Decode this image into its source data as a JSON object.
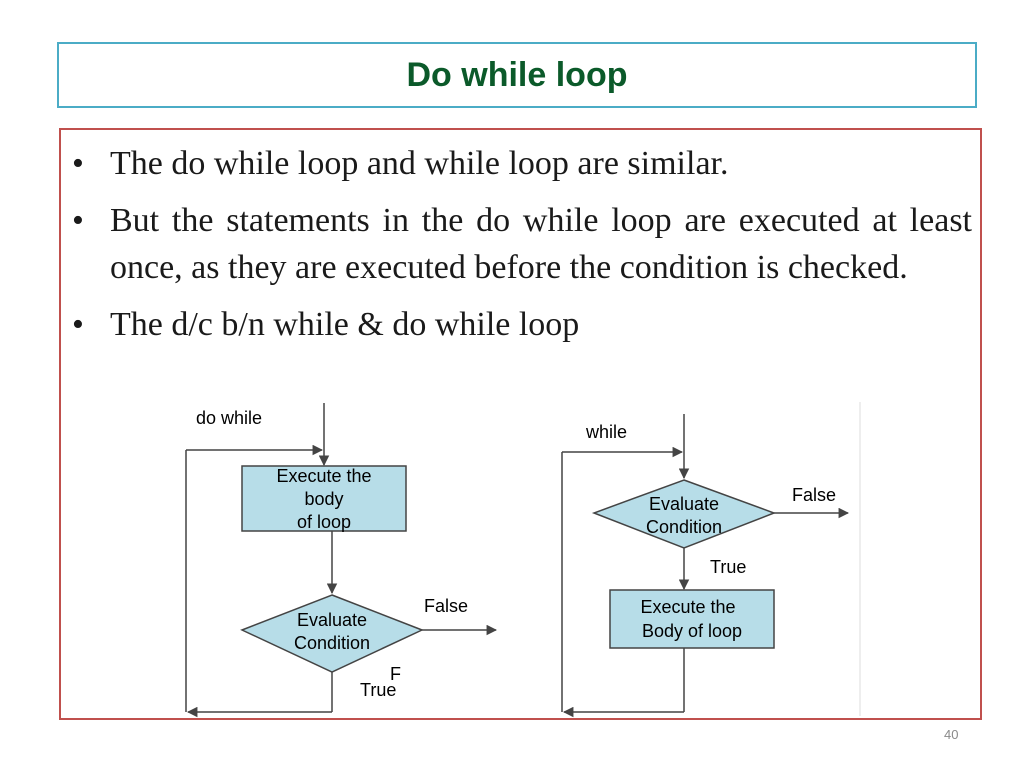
{
  "slide": {
    "title": "Do while loop",
    "bullets": [
      "The do while loop and while loop are similar.",
      "But the statements in the do while loop are executed at least once, as they are executed before the condition is checked.",
      "The d/c b/n while & do while loop"
    ],
    "page_number": "40"
  },
  "diagram": {
    "do_while": {
      "label": "do while",
      "box_line1": "Execute the",
      "box_line2": "body",
      "box_line3": "of loop",
      "decision_line1": "Evaluate",
      "decision_line2": "Condition",
      "false_label": "False",
      "true_label": "True",
      "stray_label": "F"
    },
    "while": {
      "label": "while",
      "decision_line1": "Evaluate",
      "decision_line2": "Condition",
      "false_label": "False",
      "true_label": "True",
      "box_line1": "Execute the",
      "box_line2": "Body of loop"
    },
    "colors": {
      "fill": "#b7dde8",
      "stroke": "#444444"
    }
  }
}
